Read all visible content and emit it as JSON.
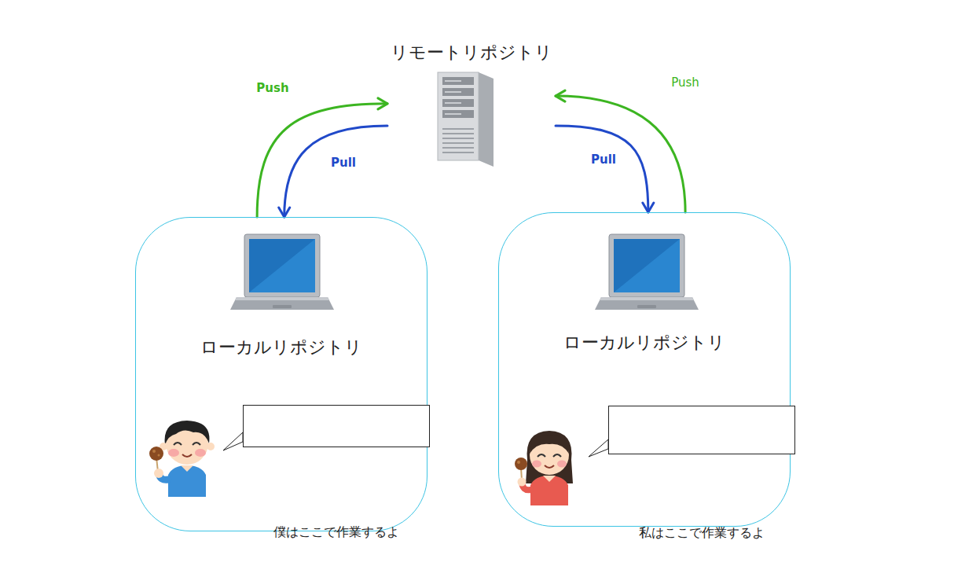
{
  "diagram": {
    "nodes": [
      {
        "text": [
          "リモートリポジトリ"
        ]
      },
      {
        "text": [
          "ローカルリポジトリ"
        ]
      },
      {
        "text": [
          "僕はここで作業するよ"
        ],
        "in": 1
      },
      {
        "text": [
          "ローカルリポジトリ"
        ]
      },
      {
        "text": [
          "私はここで作業するよ"
        ],
        "in": 3
      }
    ],
    "edges": [
      {
        "from": 1,
        "to": 0,
        "label": "Push",
        "arrow": "to"
      },
      {
        "from": 0,
        "to": 1,
        "label": "Pull",
        "arrow": "to"
      },
      {
        "from": 3,
        "to": 0,
        "label": "Push",
        "arrow": "to"
      },
      {
        "from": 0,
        "to": 3,
        "label": "Pull",
        "arrow": "to"
      }
    ]
  }
}
